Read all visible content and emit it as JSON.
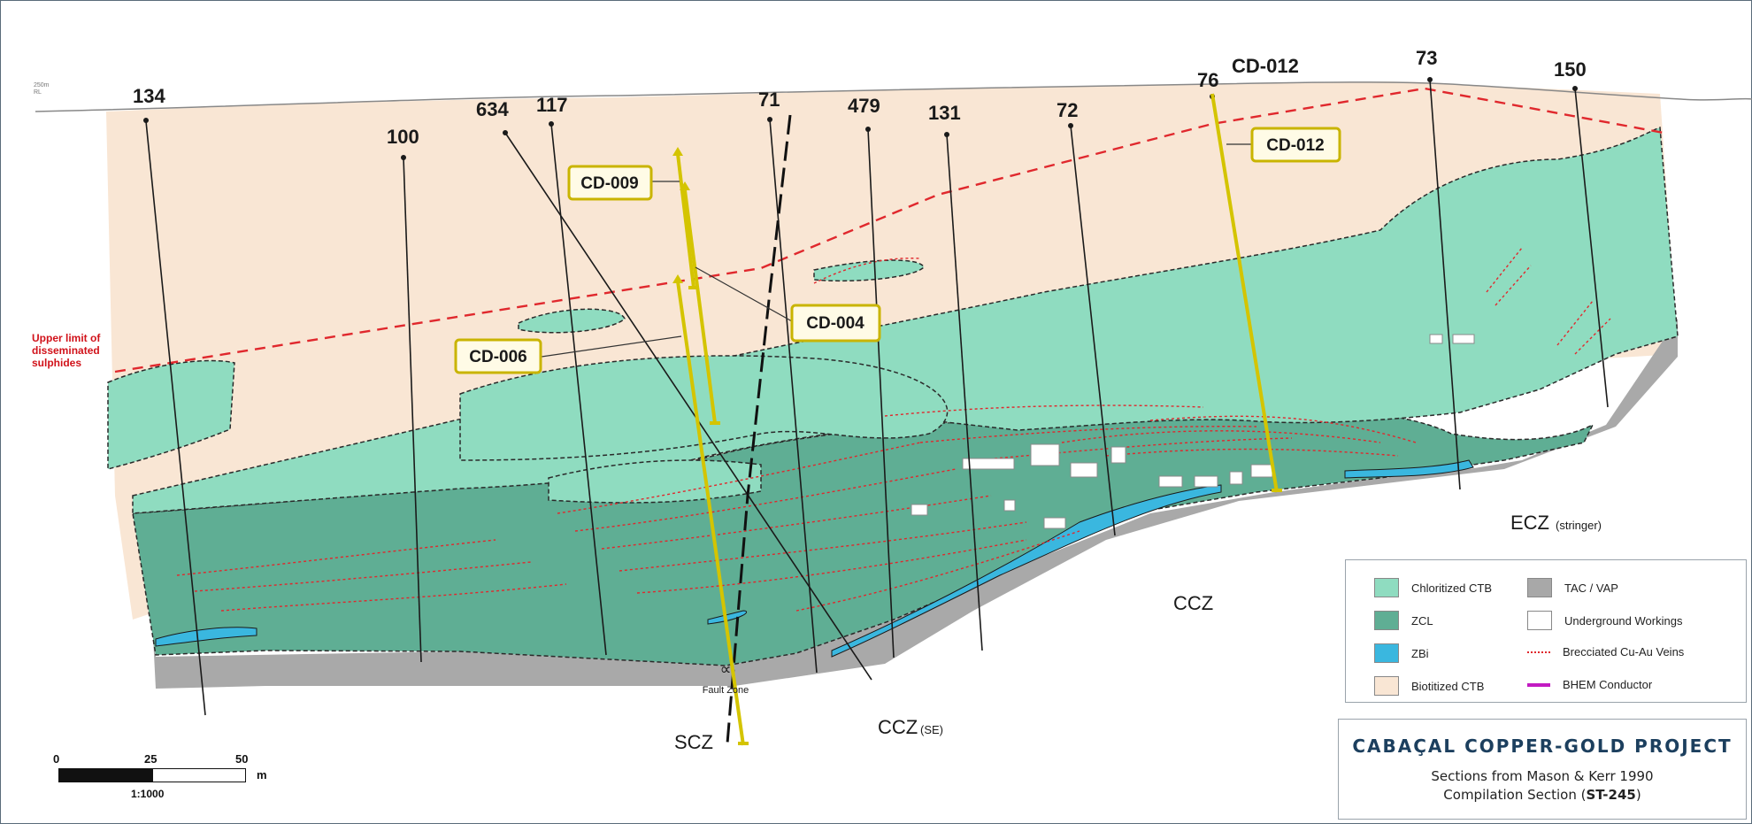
{
  "holes": [
    {
      "id": "h134",
      "label": "134"
    },
    {
      "id": "h100",
      "label": "100"
    },
    {
      "id": "h634",
      "label": "634"
    },
    {
      "id": "h117",
      "label": "117"
    },
    {
      "id": "h71",
      "label": "71"
    },
    {
      "id": "h479",
      "label": "479"
    },
    {
      "id": "h131",
      "label": "131"
    },
    {
      "id": "h72",
      "label": "72"
    },
    {
      "id": "h76",
      "label": "76"
    },
    {
      "id": "h73",
      "label": "73"
    },
    {
      "id": "h150",
      "label": "150"
    }
  ],
  "collar_label": "CD-012",
  "drill_boxes": {
    "cd009": "CD-009",
    "cd004": "CD-004",
    "cd006": "CD-006",
    "cd012": "CD-012"
  },
  "annotations": {
    "upper_limit_1": "Upper limit of",
    "upper_limit_2": "disseminated",
    "upper_limit_3": "sulphides",
    "fault_symbol": "∝",
    "fault_zone": "Fault Zone",
    "elev_1": "250m",
    "elev_2": "RL"
  },
  "zones": {
    "scz": "SCZ",
    "ccz_se": "CCZ",
    "ccz_se_sub": "(SE)",
    "ccz": "CCZ",
    "ecz": "ECZ",
    "ecz_sub": "(stringer)"
  },
  "legend": [
    {
      "key": "chl",
      "label": "Chloritized CTB",
      "color": "#8fdcc0"
    },
    {
      "key": "tac",
      "label": "TAC / VAP",
      "color": "#a8a8a8"
    },
    {
      "key": "zcl",
      "label": "ZCL",
      "color": "#5fae94"
    },
    {
      "key": "ugw",
      "label": "Underground Workings",
      "color": "#ffffff"
    },
    {
      "key": "zbi",
      "label": "ZBi",
      "color": "#3ab7df"
    },
    {
      "key": "veins",
      "label": "Brecciated Cu-Au Veins",
      "color": "#e0282d"
    },
    {
      "key": "bio",
      "label": "Biotitized CTB",
      "color": "#f9e6d4"
    },
    {
      "key": "bhem",
      "label": "BHEM Conductor",
      "color": "#c21bc2"
    }
  ],
  "scale": {
    "n0": "0",
    "n25": "25",
    "n50": "50",
    "unit": "m",
    "ratio": "1:1000"
  },
  "title_block": {
    "title": "CABAÇAL COPPER-GOLD PROJECT",
    "line1": "Sections from Mason & Kerr 1990",
    "line2_prefix": "Compilation Section (",
    "line2_bold": "ST-245",
    "line2_suffix": ")"
  }
}
